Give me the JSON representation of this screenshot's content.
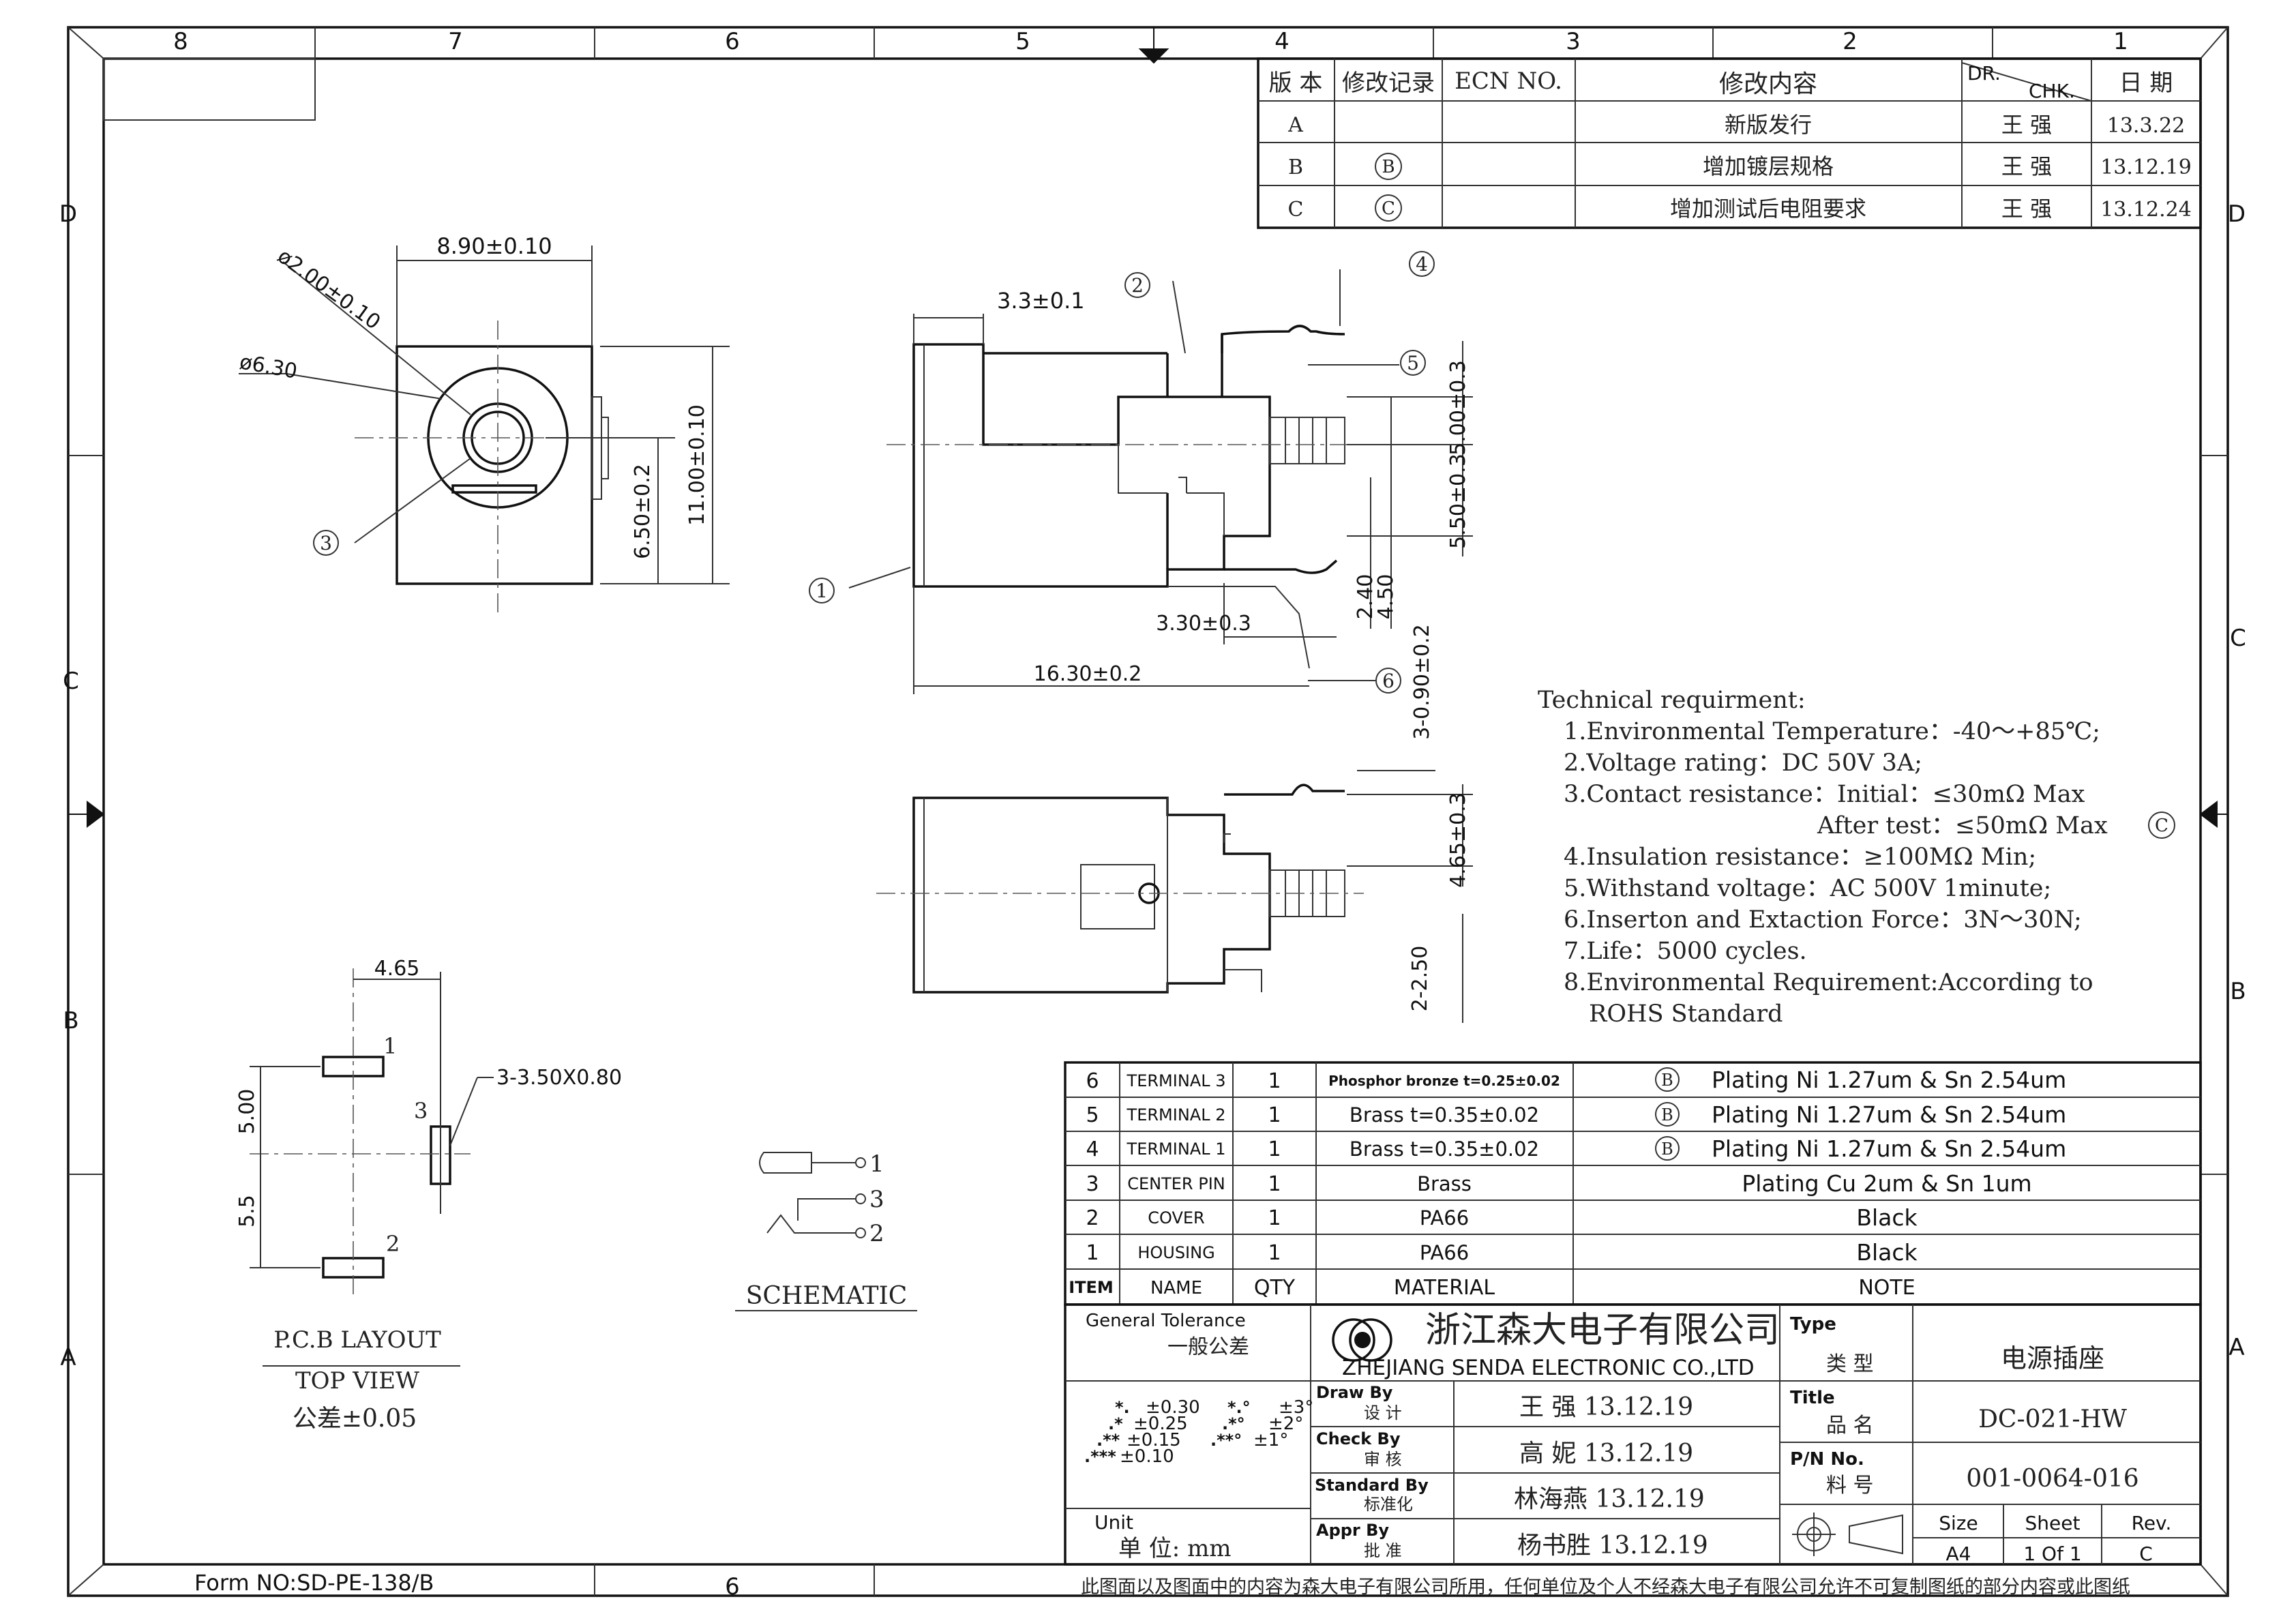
{
  "frame": {
    "col_labels": [
      "8",
      "7",
      "6",
      "5",
      "4",
      "3",
      "2",
      "1"
    ],
    "row_labels": [
      "D",
      "C",
      "B",
      "A"
    ],
    "form_no": "Form NO:SD-PE-138/B",
    "bottom_col": "6",
    "copyright": "此图面以及图面中的内容为森大电子有限公司所用，任何单位及个人不经森大电子有限公司允许不可复制图纸的部分内容或此图纸"
  },
  "revision": {
    "headers": [
      "版 本",
      "修改记录",
      "ECN NO.",
      "修改内容",
      "DR.",
      "CHK.",
      "日 期"
    ],
    "rows": [
      {
        "ver": "A",
        "mark": "",
        "ecn": "",
        "content": "新版发行",
        "by": "王 强",
        "date": "13.3.22"
      },
      {
        "ver": "B",
        "mark": "B",
        "ecn": "",
        "content": "增加镀层规格",
        "by": "王 强",
        "date": "13.12.19"
      },
      {
        "ver": "C",
        "mark": "C",
        "ecn": "",
        "content": "增加测试后电阻要求",
        "by": "王 强",
        "date": "13.12.24"
      }
    ]
  },
  "front_view": {
    "dims": [
      "8.90±0.10",
      "ø2.00±0.10",
      "ø6.30",
      "11.00±0.10",
      "6.50±0.2"
    ],
    "callout": "3"
  },
  "side_view": {
    "dims": [
      "3.3±0.1",
      "5.00±0.3",
      "5.50±0.3",
      "2.40",
      "4.50",
      "3.30±0.3",
      "16.30±0.2",
      "3-0.90±0.2"
    ],
    "callouts": [
      "2",
      "4",
      "5",
      "1",
      "6"
    ]
  },
  "bottom_view": {
    "dims": [
      "4.65±0.3",
      "2-2.50"
    ]
  },
  "technical": {
    "heading": "Technical requirment:",
    "items": [
      "1.Environmental Temperature：-40～+85℃;",
      "2.Voltage rating：DC 50V 3A;",
      "3.Contact resistance：Initial：≤30mΩ Max",
      "After test：≤50mΩ Max",
      "4.Insulation resistance：≥100MΩ Min;",
      "5.Withstand voltage：AC 500V 1minute;",
      "6.Inserton and Extaction Force：3N～30N;",
      "7.Life：5000 cycles.",
      "8.Environmental Requirement:According to",
      "ROHS Standard"
    ],
    "rev_mark": "C"
  },
  "pcb": {
    "dims": [
      "4.65",
      "5.00",
      "5.5",
      "3-3.50X0.80"
    ],
    "pins": [
      "1",
      "2",
      "3"
    ],
    "title": "P.C.B LAYOUT",
    "view": "TOP VIEW",
    "tolerance": "公差±0.05"
  },
  "schematic": {
    "pins": [
      "1",
      "3",
      "2"
    ],
    "title": "SCHEMATIC"
  },
  "bom": {
    "header": {
      "item": "ITEM",
      "name": "NAME",
      "qty": "QTY",
      "material": "MATERIAL",
      "note": "NOTE"
    },
    "rows": [
      {
        "item": "6",
        "name": "TERMINAL 3",
        "qty": "1",
        "material": "Phosphor bronze  t=0.25±0.02",
        "mark": "B",
        "note": "Plating Ni 1.27um & Sn 2.54um"
      },
      {
        "item": "5",
        "name": "TERMINAL 2",
        "qty": "1",
        "material": "Brass  t=0.35±0.02",
        "mark": "B",
        "note": "Plating Ni 1.27um & Sn 2.54um"
      },
      {
        "item": "4",
        "name": "TERMINAL 1",
        "qty": "1",
        "material": "Brass  t=0.35±0.02",
        "mark": "B",
        "note": "Plating Ni 1.27um & Sn 2.54um"
      },
      {
        "item": "3",
        "name": "CENTER PIN",
        "qty": "1",
        "material": "Brass",
        "mark": "",
        "note": "Plating Cu 2um & Sn 1um"
      },
      {
        "item": "2",
        "name": "COVER",
        "qty": "1",
        "material": "PA66",
        "mark": "",
        "note": "Black"
      },
      {
        "item": "1",
        "name": "HOUSING",
        "qty": "1",
        "material": "PA66",
        "mark": "",
        "note": "Black"
      }
    ]
  },
  "title_block": {
    "tolerance_label": "General Tolerance",
    "tolerance_cn": "一般公差",
    "tolerances": [
      "±0.30",
      "±0.25",
      "±0.15",
      "±0.10",
      "±3°",
      "±2°",
      "±1°"
    ],
    "unit_label": "Unit",
    "unit_value": "单 位:  mm",
    "company_cn": "浙江森大电子有限公司",
    "company_en": "ZHEJIANG SENDA ELECTRONIC CO.,LTD",
    "draw_by": {
      "label": "Draw By",
      "cn": "设 计",
      "value": "王  强  13.12.19"
    },
    "check_by": {
      "label": "Check By",
      "cn": "审 核",
      "value": "高  妮  13.12.19"
    },
    "standard_by": {
      "label": "Standard By",
      "cn": "标准化",
      "value": "林海燕  13.12.19"
    },
    "appr_by": {
      "label": "Appr By",
      "cn": "批 准",
      "value": "杨书胜  13.12.19"
    },
    "type": {
      "label": "Type",
      "cn": "类 型",
      "value": "电源插座"
    },
    "title": {
      "label": "Title",
      "cn": "品 名",
      "value": "DC-021-HW"
    },
    "pn": {
      "label": "P/N No.",
      "cn": "料 号",
      "value": "001-0064-016"
    },
    "size": {
      "label": "Size",
      "value": "A4"
    },
    "sheet": {
      "label": "Sheet",
      "value": "1 Of 1"
    },
    "rev": {
      "label": "Rev.",
      "value": "C"
    }
  }
}
